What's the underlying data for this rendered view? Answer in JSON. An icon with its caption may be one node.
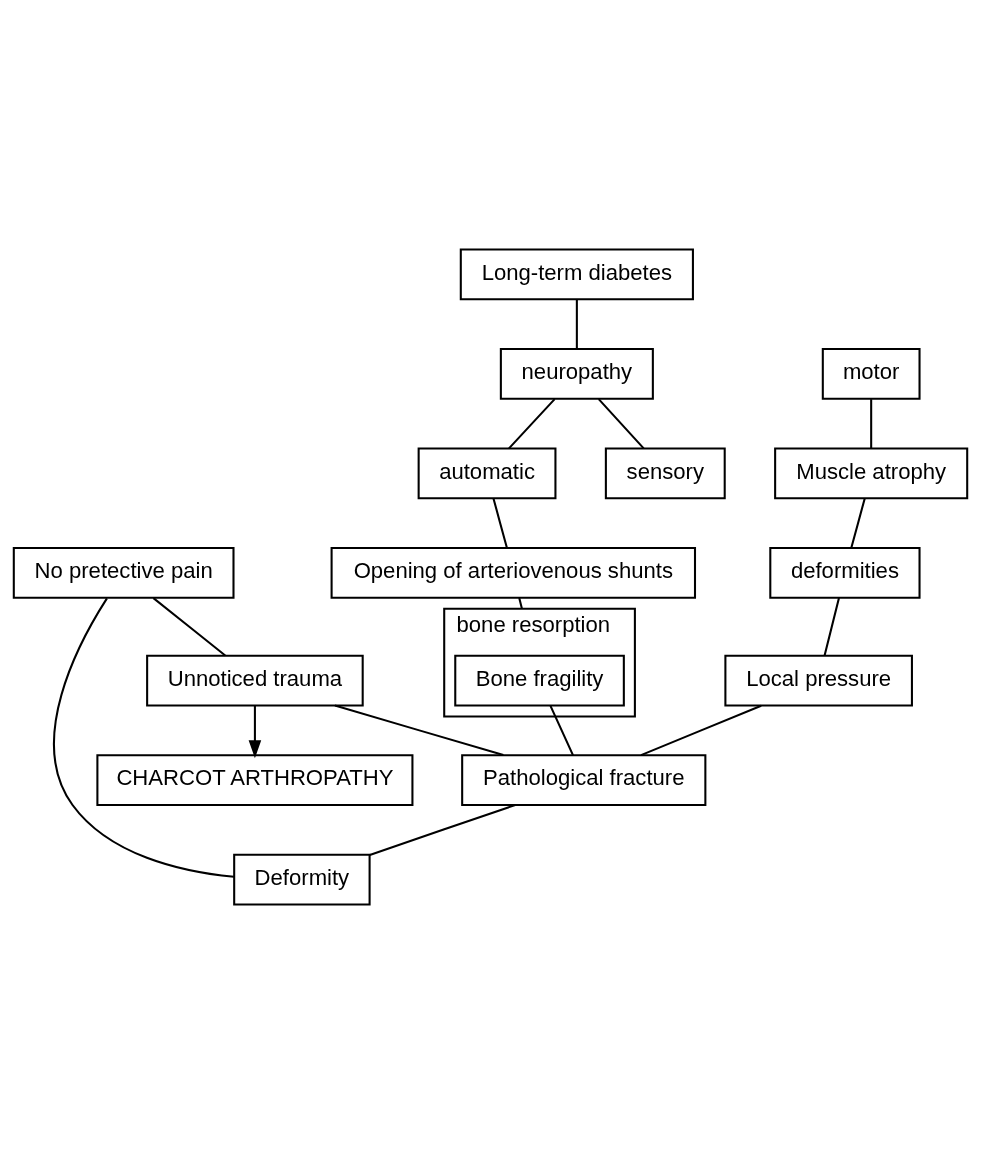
{
  "diagram": {
    "nodes": [
      {
        "text": [
          "Long-term diabetes"
        ]
      },
      {
        "text": [
          "neuropathy"
        ]
      },
      {
        "text": [
          "sensory"
        ]
      },
      {
        "text": [
          "motor"
        ]
      },
      {
        "text": [
          "automatic"
        ]
      },
      {
        "text": [
          "No pretective pain"
        ]
      },
      {
        "text": [
          "Muscle atrophy"
        ]
      },
      {
        "text": [
          "Opening of arteriovenous shunts"
        ]
      },
      {
        "text": [
          "deformities"
        ]
      },
      {
        "text": [
          "Local pressure"
        ]
      },
      {
        "text": [
          "bone resorption"
        ]
      },
      {
        "text": [
          "Bone fragility"
        ],
        "in": 10
      },
      {
        "text": [
          "Unnoticed trauma"
        ]
      },
      {
        "text": [
          "Pathological fracture"
        ]
      },
      {
        "text": [
          "Deformity"
        ]
      },
      {
        "text": [
          "CHARCOT ARTHROPATHY"
        ]
      }
    ],
    "edges": [
      {
        "from": 0,
        "to": 1,
        "arrow": "none"
      },
      {
        "from": 1,
        "to": 2,
        "arrow": "none"
      },
      {
        "from": 1,
        "to": 4,
        "arrow": "none"
      },
      {
        "from": 3,
        "to": 6,
        "arrow": "none"
      },
      {
        "from": 4,
        "to": 7,
        "arrow": "none"
      },
      {
        "from": 6,
        "to": 8,
        "arrow": "none"
      },
      {
        "from": 7,
        "to": 10,
        "arrow": "none"
      },
      {
        "from": 8,
        "to": 9,
        "arrow": "none"
      },
      {
        "from": 5,
        "to": 14,
        "arrow": "none"
      },
      {
        "from": 5,
        "to": 12,
        "arrow": "none"
      },
      {
        "from": 9,
        "to": 13,
        "arrow": "none"
      },
      {
        "from": 11,
        "to": 13,
        "arrow": "none"
      },
      {
        "from": 12,
        "to": 13,
        "arrow": "none"
      },
      {
        "from": 13,
        "to": 14,
        "arrow": "none"
      },
      {
        "from": 12,
        "to": 15,
        "arrow": "to"
      }
    ]
  }
}
